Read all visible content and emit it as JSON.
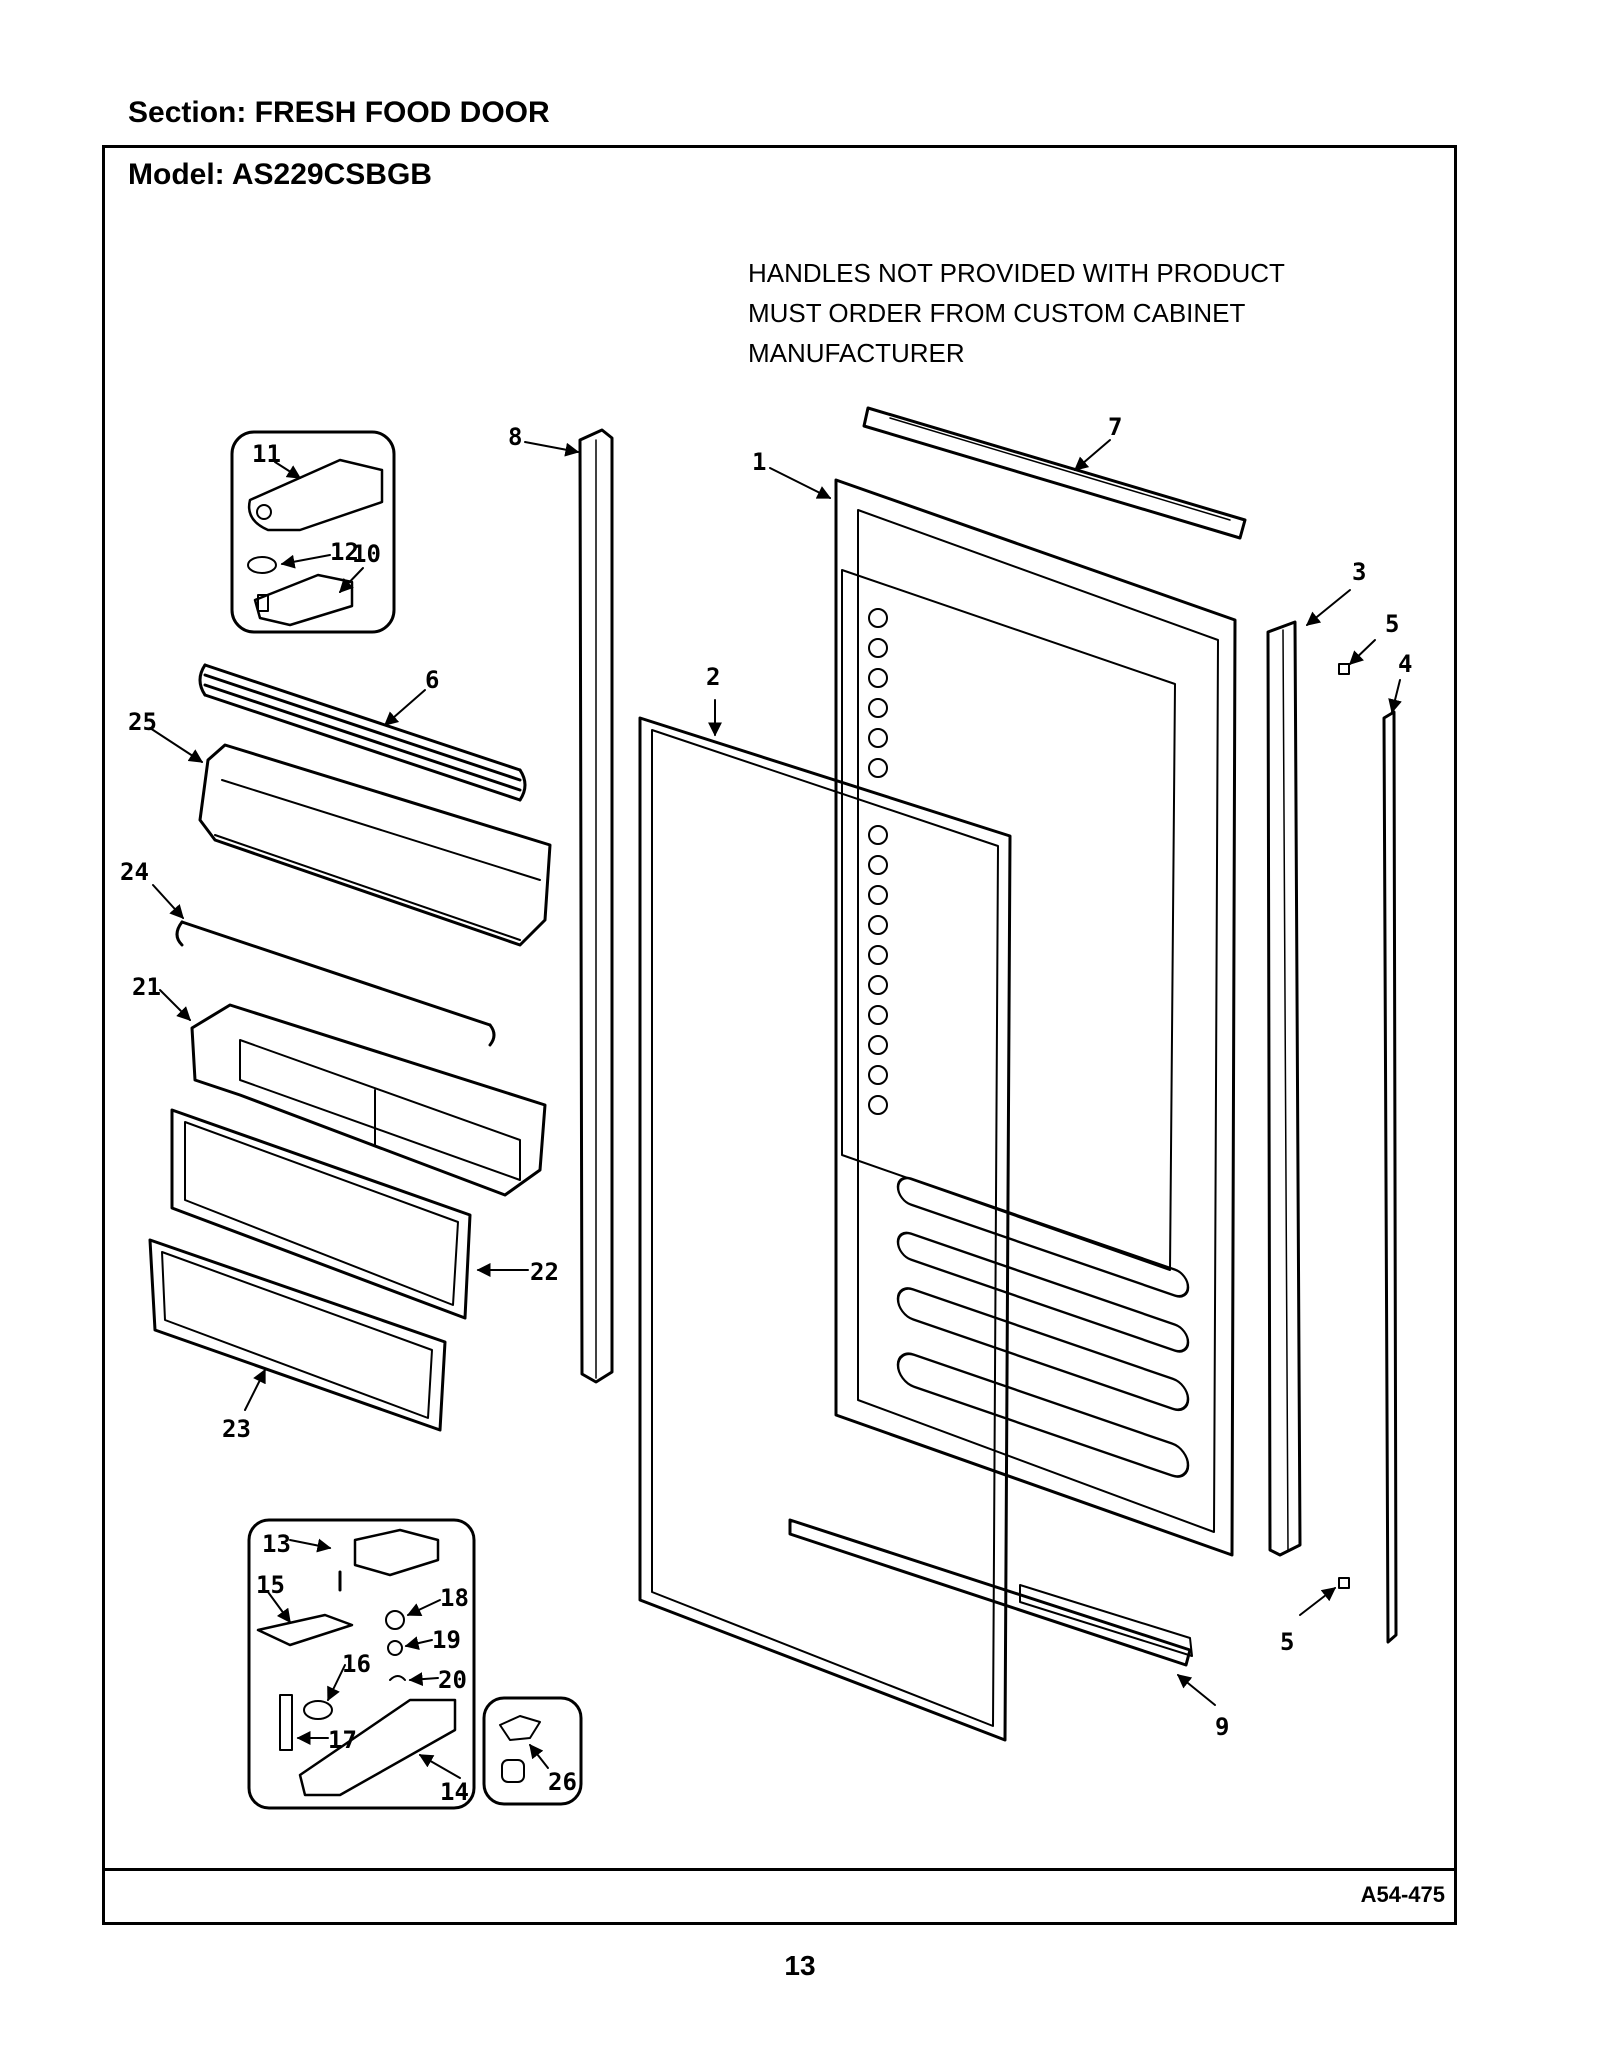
{
  "header": {
    "section_label": "Section:  FRESH FOOD DOOR",
    "model_label": "Model:  AS229CSBGB"
  },
  "note": {
    "line1": "HANDLES NOT PROVIDED WITH PRODUCT",
    "line2": "MUST ORDER FROM CUSTOM CABINET",
    "line3": "MANUFACTURER"
  },
  "callouts": {
    "c1": "1",
    "c2": "2",
    "c3": "3",
    "c4": "4",
    "c5a": "5",
    "c5b": "5",
    "c6": "6",
    "c7": "7",
    "c8": "8",
    "c9": "9",
    "c10": "10",
    "c11": "11",
    "c12": "12",
    "c13": "13",
    "c14": "14",
    "c15": "15",
    "c16": "16",
    "c17": "17",
    "c18": "18",
    "c19": "19",
    "c20": "20",
    "c21": "21",
    "c22": "22",
    "c23": "23",
    "c24": "24",
    "c25": "25",
    "c26": "26"
  },
  "footer": {
    "figure_code": "A54-475",
    "page_number": "13"
  }
}
